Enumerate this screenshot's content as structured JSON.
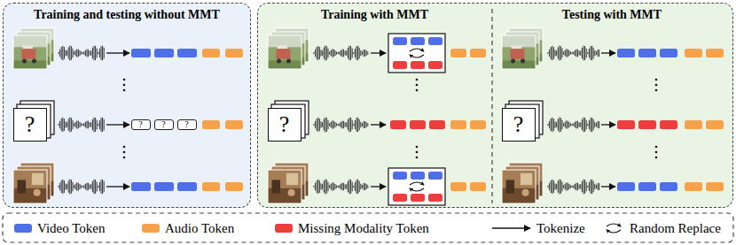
{
  "diagram": {
    "nodes": [
      {
        "text": [
          "Training and testing without MMT"
        ]
      },
      {
        "text": [
          "?"
        ],
        "in": 0
      },
      {
        "text": [
          "?"
        ],
        "in": 0
      },
      {
        "text": [
          "?"
        ],
        "in": 0
      },
      {
        "text": [
          "?"
        ],
        "in": 0
      },
      {
        "text": [
          "Training with MMT",
          "Testing with MMT"
        ]
      },
      {
        "text": [
          "?"
        ],
        "in": 5
      },
      {
        "text": [
          "?"
        ],
        "in": 5
      }
    ],
    "legend": [
      {
        "text": "Video Token",
        "color": "#4f6fe8"
      },
      {
        "text": "Audio Token",
        "color": "#f5a24b"
      },
      {
        "text": "Missing Modality Token",
        "color": "#ee3d3d"
      },
      {
        "text": "Tokenize"
      },
      {
        "text": "Random Replace"
      }
    ]
  }
}
